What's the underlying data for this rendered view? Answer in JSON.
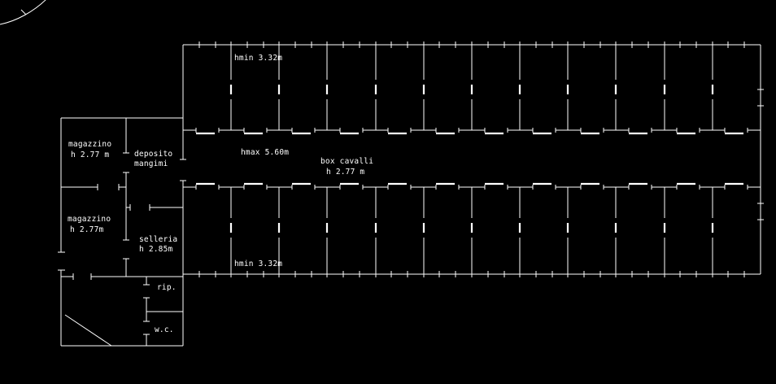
{
  "colors": {
    "background": "#000000",
    "line": "#ffffff",
    "text": "#ffffff"
  },
  "plan": {
    "main_building": {
      "top_label": "hmin 3.32m",
      "corridor_height_label": "hmax 5.60m",
      "stalls_label_line1": "box cavalli",
      "stalls_label_line2": "h 2.77 m",
      "bottom_label": "hmin 3.32m"
    },
    "wing": {
      "storage_top_line1": "magazzino",
      "storage_top_line2": "h 2.77 m",
      "feed_room_line1": "deposito",
      "feed_room_line2": "mangimi",
      "storage_bottom_line1": "magazzino",
      "storage_bottom_line2": "h 2.77m",
      "tack_room_line1": "selleria",
      "tack_room_line2": "h 2.85m",
      "closet": "rip.",
      "toilet": "w.c."
    }
  }
}
